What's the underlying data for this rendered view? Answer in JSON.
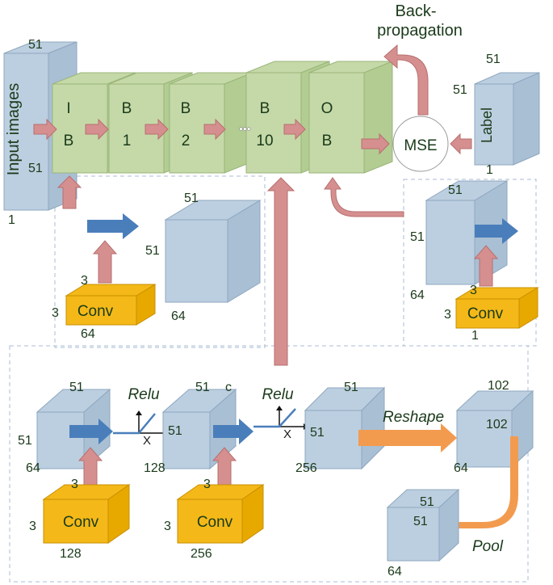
{
  "title": {
    "line1": "Back-",
    "line2": "propagation"
  },
  "input": {
    "label": "Input images",
    "dim_top": "51",
    "dim_side": "51",
    "dim_depth": "1"
  },
  "blocks": [
    {
      "line1": "I",
      "line2": "B"
    },
    {
      "line1": "B",
      "line2": "1"
    },
    {
      "line1": "B",
      "line2": "2"
    },
    {
      "line1": "B",
      "line2": "10"
    },
    {
      "line1": "O",
      "line2": "B"
    }
  ],
  "ellipsis": "•••",
  "loss": {
    "label": "MSE"
  },
  "label_cube": {
    "label": "Label",
    "dim_top": "51",
    "dim_side": "51",
    "dim_depth": "1"
  },
  "ib_detail": {
    "cube": {
      "dim_top": "51",
      "dim_side": "51",
      "dim_depth": "64"
    },
    "conv": {
      "label": "Conv",
      "dim_a": "3",
      "dim_b": "3",
      "dim_c": "64"
    }
  },
  "ob_detail": {
    "cube": {
      "dim_top": "51",
      "dim_side": "51",
      "dim_depth": "64"
    },
    "conv": {
      "label": "Conv",
      "dim_a": "3",
      "dim_b": "3",
      "dim_c": "1"
    }
  },
  "block_detail": {
    "stage1": {
      "cube": {
        "dim_top": "51",
        "dim_side": "51",
        "dim_depth": "64"
      },
      "conv": {
        "label": "Conv",
        "dim_a": "3",
        "dim_b": "3",
        "dim_c": "128"
      },
      "activation": "Relu",
      "axis_x": "X"
    },
    "stage2": {
      "cube": {
        "dim_top": "51",
        "dim_side": "51",
        "dim_depth": "128"
      },
      "conv": {
        "label": "Conv",
        "dim_a": "3",
        "dim_b": "3",
        "dim_c": "256"
      },
      "activation": "Relu",
      "axis_x": "X",
      "dim_top_extra": "c"
    },
    "stage3": {
      "cube": {
        "dim_top": "51",
        "dim_side": "51",
        "dim_depth": "256"
      },
      "op": "Reshape"
    },
    "stage4": {
      "cube": {
        "dim_top": "102",
        "dim_side": "102",
        "dim_depth": "64"
      },
      "op": "Pool"
    },
    "stage5": {
      "cube": {
        "dim_top": "51",
        "dim_side": "51",
        "dim_depth": "64"
      }
    }
  },
  "colors": {
    "green_face": "#c5d9a8",
    "green_side": "#b2cc92",
    "green_edge": "#9ab57a",
    "blue_face": "#bccfe0",
    "blue_side": "#a9bfd4",
    "blue_edge": "#8ea7bf",
    "conv_face": "#f4b918",
    "conv_side": "#e7a800",
    "conv_edge": "#c98f00",
    "pink": "#d58f8f",
    "pink_edge": "#b86f6f",
    "arrow_blue": "#4a7ebb",
    "arrow_orange": "#f29b4f",
    "text_dark": "#1a3a1a",
    "dash": "#a9bcd6"
  }
}
